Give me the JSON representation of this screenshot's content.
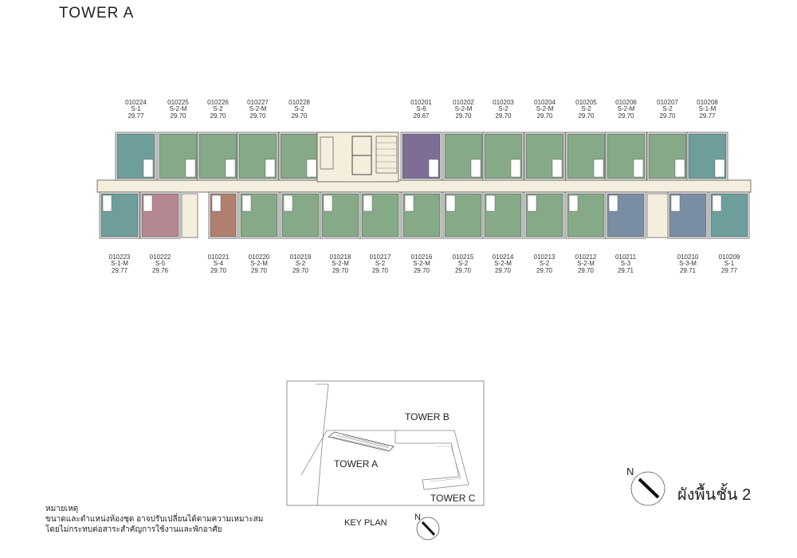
{
  "title": "TOWER  A",
  "top_units": [
    {
      "code": "010224",
      "type": "S-1",
      "area": "29.77",
      "color": "#6e9e9b"
    },
    {
      "code": "010225",
      "type": "S-2-M",
      "area": "29.70",
      "color": "#86a987"
    },
    {
      "code": "010226",
      "type": "S-2",
      "area": "29.70",
      "color": "#86a987"
    },
    {
      "code": "010227",
      "type": "S-2-M",
      "area": "29.70",
      "color": "#86a987"
    },
    {
      "code": "010228",
      "type": "S-2",
      "area": "29.70",
      "color": "#86a987"
    },
    {
      "code": "010201",
      "type": "S-6",
      "area": "29.67",
      "color": "#7e6e96"
    },
    {
      "code": "010202",
      "type": "S-2-M",
      "area": "29.70",
      "color": "#86a987"
    },
    {
      "code": "010203",
      "type": "S-2",
      "area": "29.70",
      "color": "#86a987"
    },
    {
      "code": "010204",
      "type": "S-2-M",
      "area": "29.70",
      "color": "#86a987"
    },
    {
      "code": "010205",
      "type": "S-2",
      "area": "29.70",
      "color": "#86a987"
    },
    {
      "code": "010206",
      "type": "S-2-M",
      "area": "29.70",
      "color": "#86a987"
    },
    {
      "code": "010207",
      "type": "S-2",
      "area": "29.70",
      "color": "#86a987"
    },
    {
      "code": "010208",
      "type": "S-1-M",
      "area": "29.77",
      "color": "#6e9e9b"
    }
  ],
  "bottom_units": [
    {
      "code": "010223",
      "type": "S-1-M",
      "area": "29.77",
      "color": "#6e9e9b"
    },
    {
      "code": "010222",
      "type": "S-5",
      "area": "29.76",
      "color": "#b58790"
    },
    {
      "code": "010221",
      "type": "S-4",
      "area": "29.70",
      "color": "#b0806e"
    },
    {
      "code": "010220",
      "type": "S-2-M",
      "area": "29.70",
      "color": "#86a987"
    },
    {
      "code": "010219",
      "type": "S-2",
      "area": "29.70",
      "color": "#86a987"
    },
    {
      "code": "010218",
      "type": "S-2-M",
      "area": "29.70",
      "color": "#86a987"
    },
    {
      "code": "010217",
      "type": "S-2",
      "area": "29.70",
      "color": "#86a987"
    },
    {
      "code": "010216",
      "type": "S-2-M",
      "area": "29.70",
      "color": "#86a987"
    },
    {
      "code": "010215",
      "type": "S-2",
      "area": "29.70",
      "color": "#86a987"
    },
    {
      "code": "010214",
      "type": "S-2-M",
      "area": "29.70",
      "color": "#86a987"
    },
    {
      "code": "010213",
      "type": "S-2",
      "area": "29.70",
      "color": "#86a987"
    },
    {
      "code": "010212",
      "type": "S-2-M",
      "area": "29.70",
      "color": "#86a987"
    },
    {
      "code": "010211",
      "type": "S-3",
      "area": "29.71",
      "color": "#7a8ea3"
    },
    {
      "code": "010210",
      "type": "S-3-M",
      "area": "29.71",
      "color": "#7a8ea3"
    },
    {
      "code": "010209",
      "type": "S-1",
      "area": "29.77",
      "color": "#6e9e9b"
    }
  ],
  "corridor_color": "#f4eedc",
  "key_plan": {
    "tower_a": "TOWER  A",
    "tower_b": "TOWER  B",
    "tower_c": "TOWER  C",
    "caption": "KEY PLAN",
    "north": "N"
  },
  "north_label": "N",
  "floor_name": "ผังพื้นชั้น 2",
  "note": {
    "heading": "หมายเหตุ",
    "line1": "ขนาดและตำแหน่งห้องชุด อาจปรับเปลี่ยนได้ตามความเหมาะสม",
    "line2": "โดยไม่กระทบต่อสาระสำคัญการใช้งานและพักอาศัย"
  }
}
